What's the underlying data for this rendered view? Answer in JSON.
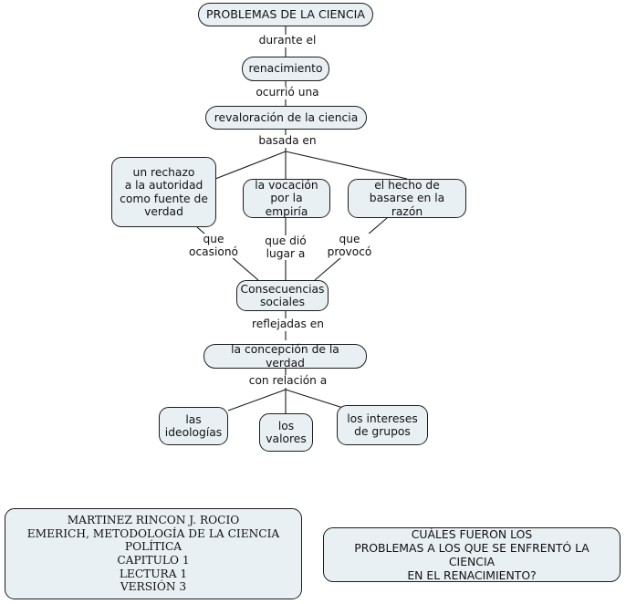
{
  "diagram": {
    "title_node": {
      "label": "PROBLEMAS DE LA CIENCIA"
    },
    "nodes": [
      {
        "id": "renacimiento",
        "label": "renacimiento"
      },
      {
        "id": "revaloracion",
        "label": "revaloración de la ciencia"
      },
      {
        "id": "rechazo",
        "label": "un rechazo\na la autoridad\ncomo fuente de\nverdad"
      },
      {
        "id": "vocacion",
        "label": "la vocación\npor la empiría"
      },
      {
        "id": "razon",
        "label": "el hecho de\nbasarse en la razón"
      },
      {
        "id": "consecuencias",
        "label": "Consecuencias\nsociales"
      },
      {
        "id": "concepcion",
        "label": "la concepción de la verdad"
      },
      {
        "id": "ideologias",
        "label": "las\nideologías"
      },
      {
        "id": "valores",
        "label": "los\nvalores"
      },
      {
        "id": "intereses",
        "label": "los intereses\nde grupos"
      }
    ],
    "link_labels": [
      {
        "id": "durante-el",
        "text": "durante el"
      },
      {
        "id": "ocurrio-una",
        "text": "ocurrió una"
      },
      {
        "id": "basada-en",
        "text": "basada en"
      },
      {
        "id": "que-ocasiono",
        "text": "que\nocasionó"
      },
      {
        "id": "que-dio-lugar",
        "text": "que dió\nlugar a"
      },
      {
        "id": "que-provoco",
        "text": "que\nprovocó"
      },
      {
        "id": "reflejadas-en",
        "text": "reflejadas en"
      },
      {
        "id": "con-relacion-a",
        "text": "con relación a"
      }
    ]
  },
  "footer": {
    "citation": "MARTINEZ RINCON J. ROCIO\nEMERICH, METODOLOGÍA DE LA CIENCIA POLÍTICA\nCAPITULO 1\nLECTURA 1\nVERSIÓN 3",
    "question": "CUÁLES FUERON LOS\nPROBLEMAS A LOS QUE SE ENFRENTÓ LA CIENCIA\nEN EL RENACIMIENTO?"
  },
  "colors": {
    "node_fill": "#e9f0f3",
    "node_border": "#1d1d1d",
    "edge": "#1a1a1a",
    "background": "#ffffff"
  }
}
